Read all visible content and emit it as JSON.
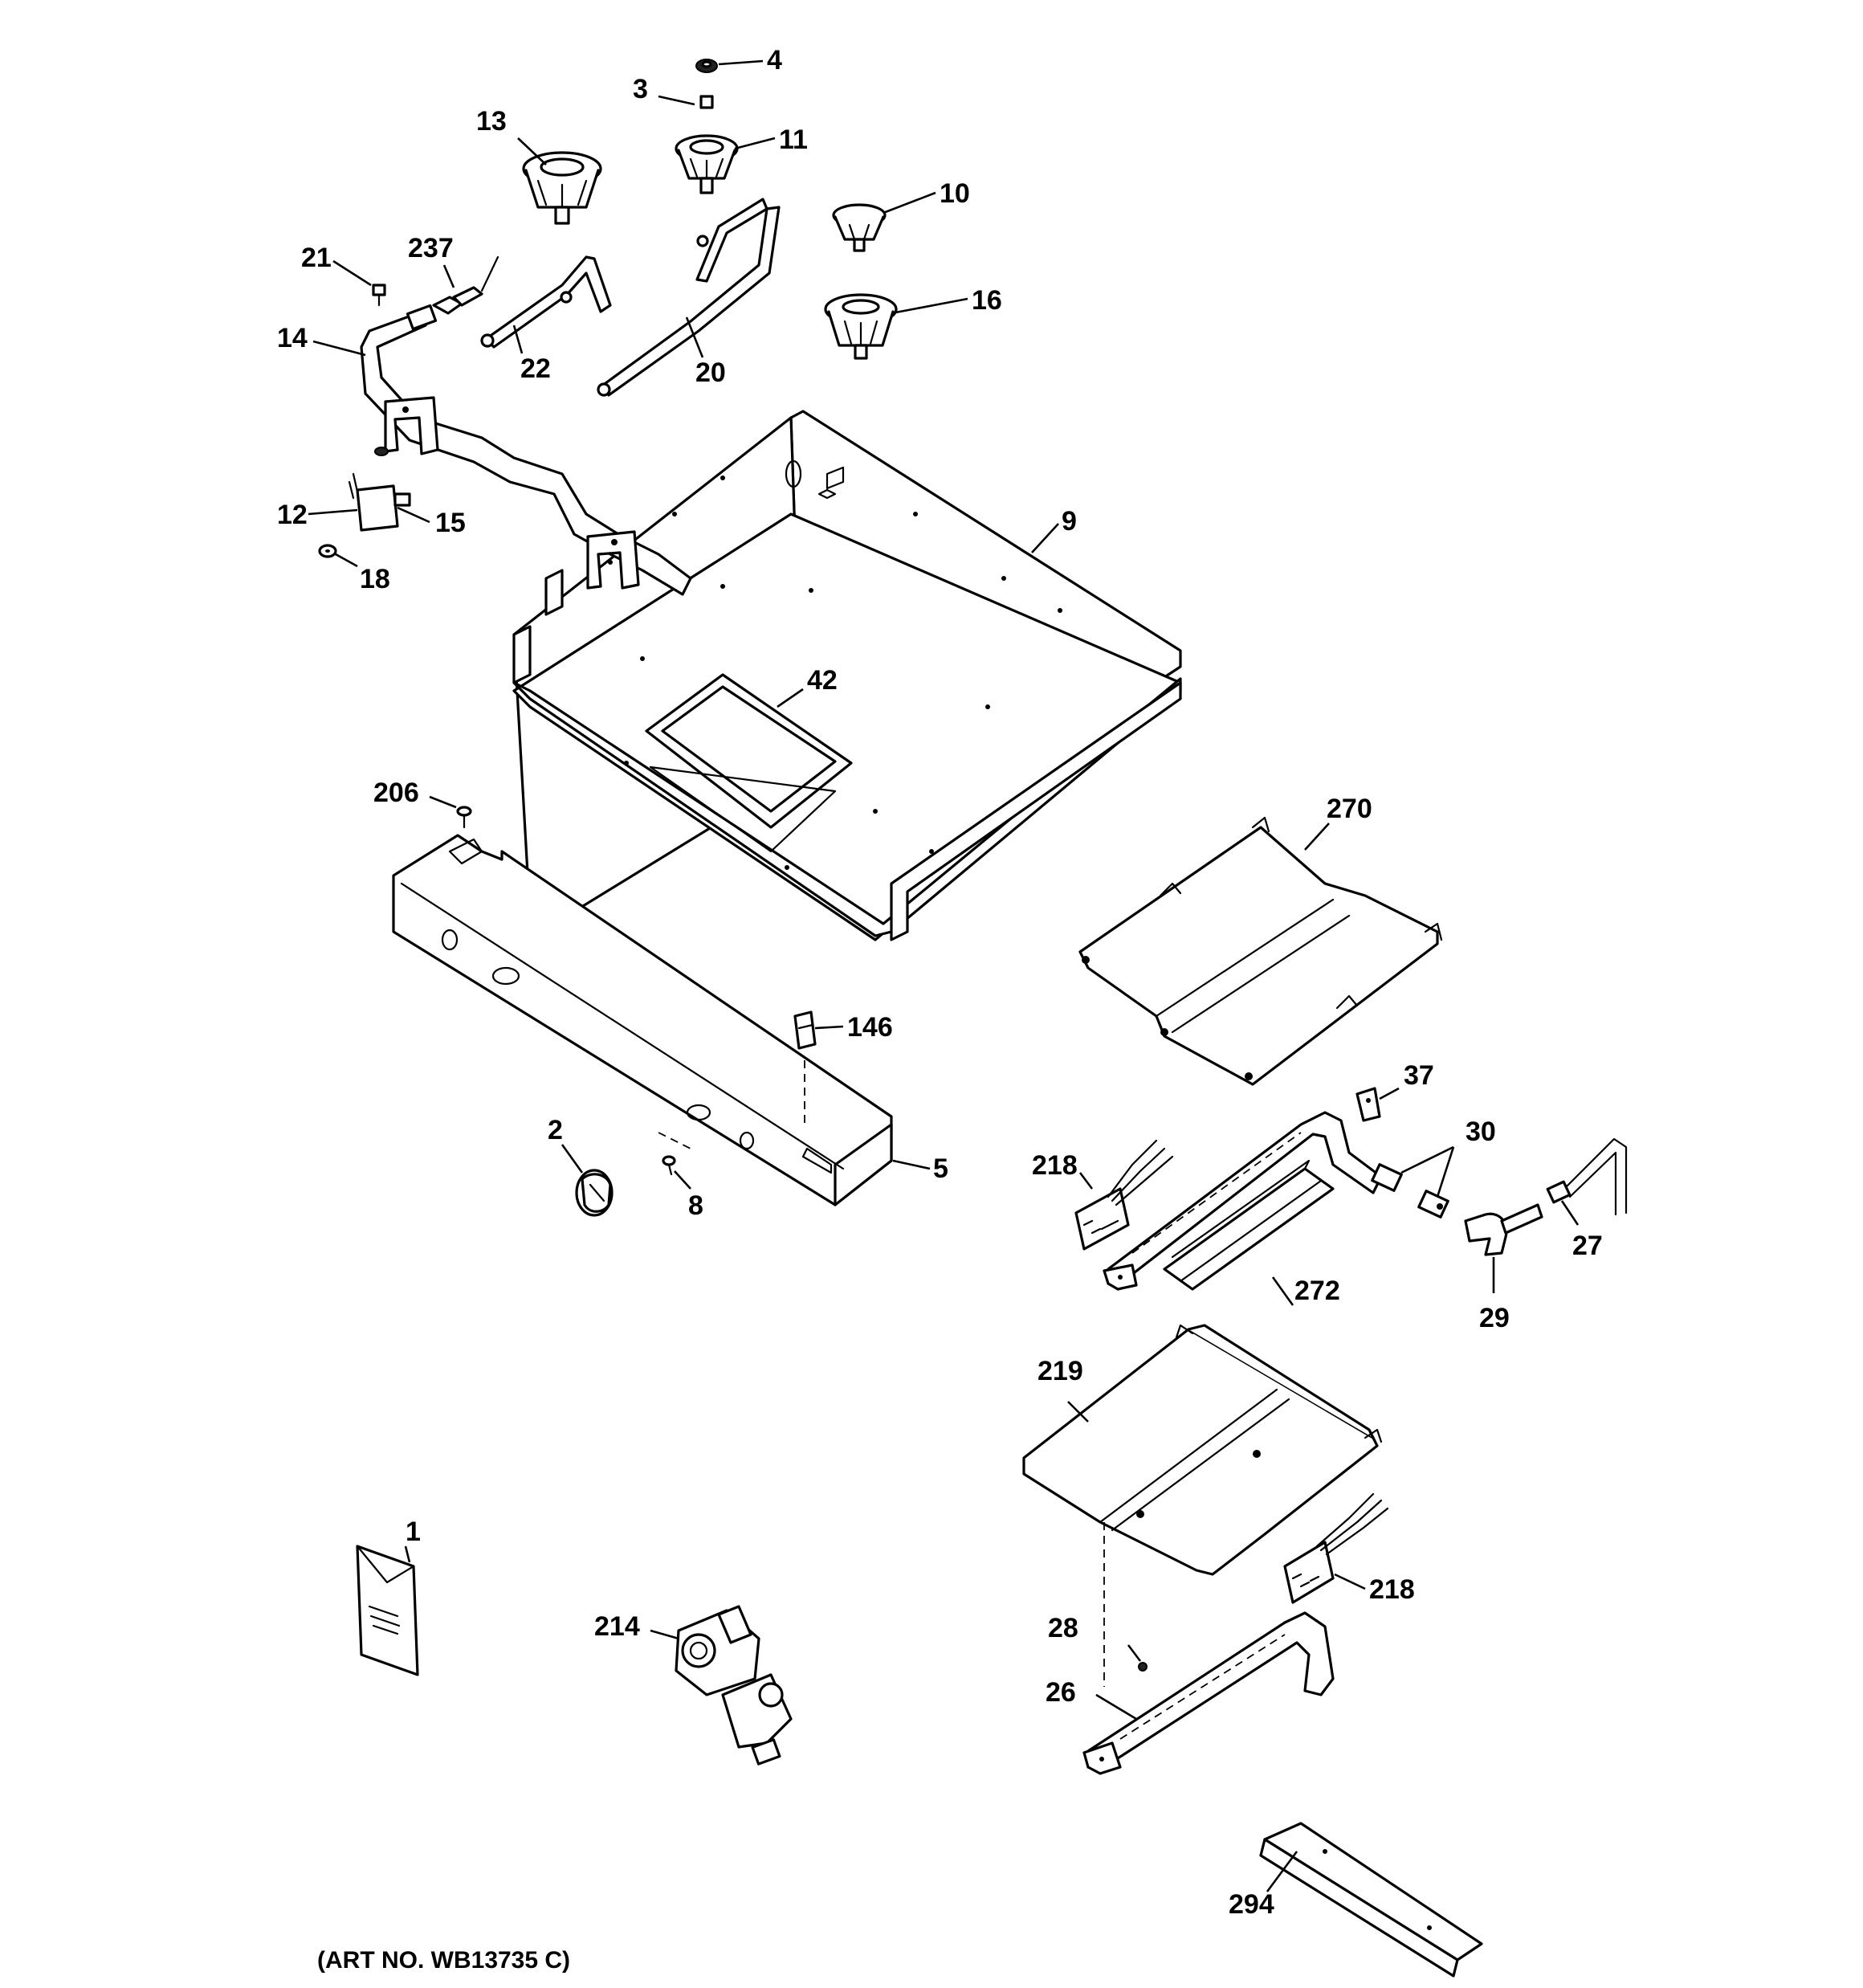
{
  "art_number": "(ART NO. WB13735 C)",
  "callouts": [
    "1",
    "2",
    "3",
    "4",
    "5",
    "8",
    "9",
    "10",
    "11",
    "12",
    "13",
    "14",
    "15",
    "16",
    "18",
    "20",
    "21",
    "22",
    "26",
    "27",
    "28",
    "29",
    "30",
    "37",
    "42",
    "146",
    "206",
    "214",
    "218",
    "219",
    "237",
    "270",
    "272",
    "294"
  ],
  "labels": {
    "c1": "1",
    "c2": "2",
    "c3": "3",
    "c4": "4",
    "c5": "5",
    "c8": "8",
    "c9": "9",
    "c10": "10",
    "c11": "11",
    "c12": "12",
    "c13": "13",
    "c14": "14",
    "c15": "15",
    "c16": "16",
    "c18": "18",
    "c20": "20",
    "c21": "21",
    "c22": "22",
    "c26": "26",
    "c27": "27",
    "c28": "28",
    "c29": "29",
    "c30": "30",
    "c37": "37",
    "c42": "42",
    "c146": "146",
    "c206": "206",
    "c214": "214",
    "c218a": "218",
    "c218b": "218",
    "c219": "219",
    "c237": "237",
    "c270": "270",
    "c272": "272",
    "c294": "294"
  }
}
